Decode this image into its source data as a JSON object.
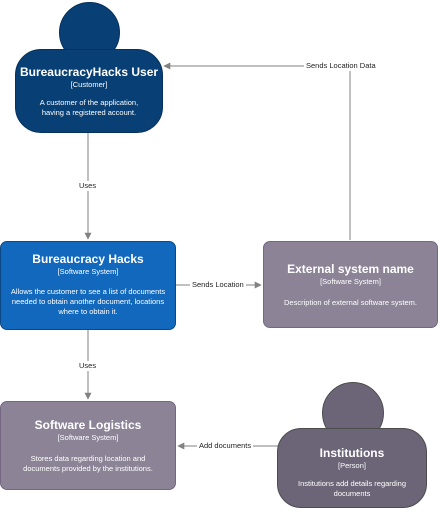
{
  "nodes": {
    "user": {
      "title": "BureaucracyHacks User",
      "type": "[Customer]",
      "description": "A customer of the application, having a registered account.",
      "fill": "#083F75",
      "stroke": "#06315C"
    },
    "app": {
      "title": "Bureaucracy Hacks",
      "type": "[Software System]",
      "description": "Allows the customer to see a list of documents needed to obtain another document, locations where to obtain it.",
      "fill": "#1168BD",
      "stroke": "#0B4884"
    },
    "external": {
      "title": "External system name",
      "type": "[Software System]",
      "description": "Description of external software system.",
      "fill": "#8C8496",
      "stroke": "#736782"
    },
    "logistics": {
      "title": "Software Logistics",
      "type": "[Software System]",
      "description": "Stores data regarding location and documents provided by the institutions.",
      "fill": "#8C8496",
      "stroke": "#736782"
    },
    "institutions": {
      "title": "Institutions",
      "type": "[Person]",
      "description": "Institutions add details regarding documents",
      "fill": "#6C6477",
      "stroke": "#4D4D4D"
    }
  },
  "edges": {
    "user_app": "Uses",
    "app_external": "Sends Location",
    "external_user": "Sends Location Data",
    "app_logistics": "Uses",
    "institutions_logistics": "Add documents"
  },
  "edge_color": "#828282"
}
